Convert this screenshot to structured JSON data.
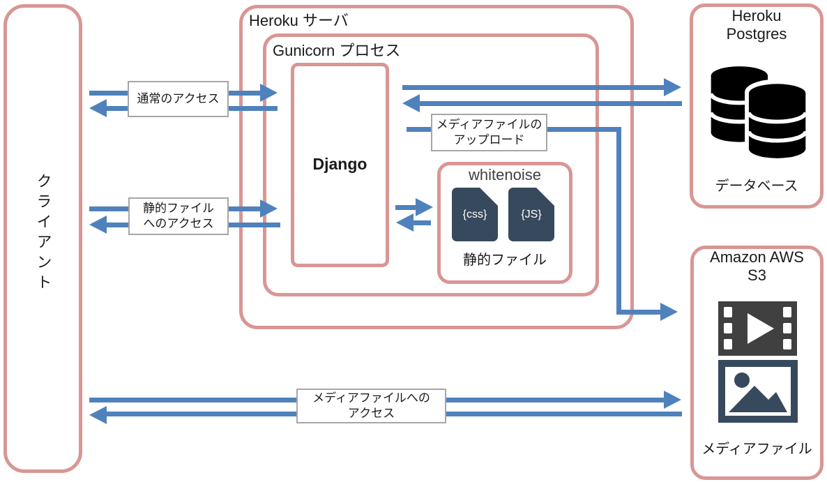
{
  "colors": {
    "container_border": "#d99694",
    "arrow": "#4f81bd",
    "label_border": "#a6a6a6",
    "file_icon": "#37495c",
    "video_icon": "#404040",
    "database_icon": "#000000"
  },
  "nodes": {
    "client": {
      "label": "クライアント"
    },
    "heroku_server": {
      "title": "Heroku サーバ"
    },
    "gunicorn": {
      "title": "Gunicorn プロセス"
    },
    "django": {
      "title": "Django"
    },
    "whitenoise": {
      "title": "whitenoise",
      "caption": "静的ファイル",
      "css_file_label": "{css}",
      "js_file_label": "{JS}"
    },
    "postgres": {
      "title_line1": "Heroku",
      "title_line2": "Postgres",
      "caption": "データベース"
    },
    "s3": {
      "title_line1": "Amazon AWS",
      "title_line2": "S3",
      "caption": "メディアファイル"
    }
  },
  "edges": {
    "normal_access": {
      "line1": "通常のアクセス"
    },
    "static_access": {
      "line1": "静的ファイル",
      "line2": "へのアクセス"
    },
    "media_upload": {
      "line1": "メディアファイルの",
      "line2": "アップロード"
    },
    "media_access": {
      "line1": "メディアファイルへの",
      "line2": "アクセス"
    }
  },
  "icons": {
    "database": "database-icon",
    "video": "video-file-icon",
    "image": "image-file-icon",
    "css": "css-file-icon",
    "js": "js-file-icon"
  }
}
